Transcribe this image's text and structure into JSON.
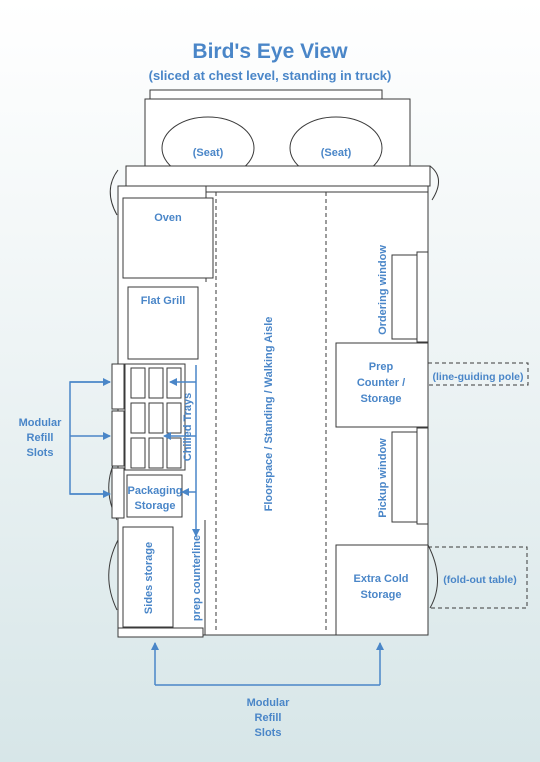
{
  "title": "Bird's Eye View",
  "subtitle": "(sliced at chest level, standing in truck)",
  "labels": {
    "seat_left": "(Seat)",
    "seat_right": "(Seat)",
    "oven": "Oven",
    "flat_grill": "Flat Grill",
    "chilled_trays": "Chilled Trays",
    "packaging_storage_1": "Packaging",
    "packaging_storage_2": "Storage",
    "sides_storage": "Sides storage",
    "prep_counterline": "prep counterline",
    "floorspace": "Floorspace / Standing / Walking Aisle",
    "ordering_window": "Ordering window",
    "prep_counter_1": "Prep",
    "prep_counter_2": "Counter /",
    "prep_counter_3": "Storage",
    "line_guiding_pole": "(line-guiding pole)",
    "pickup_window": "Pickup window",
    "extra_cold_1": "Extra Cold",
    "extra_cold_2": "Storage",
    "fold_out_table": "(fold-out table)",
    "refill_left_1": "Modular",
    "refill_left_2": "Refill",
    "refill_left_3": "Slots",
    "refill_bottom_1": "Modular",
    "refill_bottom_2": "Refill",
    "refill_bottom_3": "Slots"
  },
  "colors": {
    "accent": "#4a86c8",
    "outline": "#3a3a3a",
    "fill": "#ffffff"
  }
}
